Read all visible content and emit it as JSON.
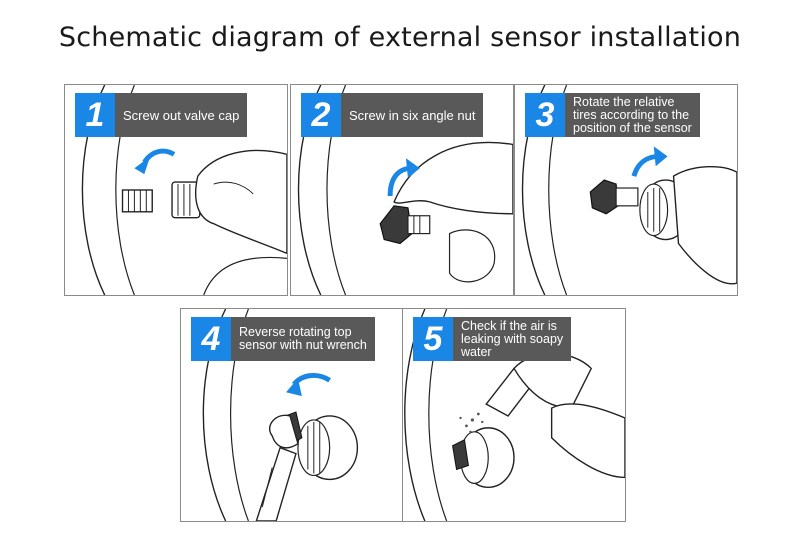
{
  "title": "Schematic diagram of external sensor installation",
  "steps": [
    {
      "number": "1",
      "caption": "Screw out valve cap"
    },
    {
      "number": "2",
      "caption": "Screw in six angle nut"
    },
    {
      "number": "3",
      "caption": "Rotate the relative\ntires according to the\nposition of the sensor"
    },
    {
      "number": "4",
      "caption": "Reverse rotating top\nsensor with nut wrench"
    },
    {
      "number": "5",
      "caption": "Check if the air is\nleaking with soapy\nwater"
    }
  ],
  "colors": {
    "number_badge": "#1a86e6",
    "caption_box": "#595959",
    "arrow": "#1a86e6"
  }
}
